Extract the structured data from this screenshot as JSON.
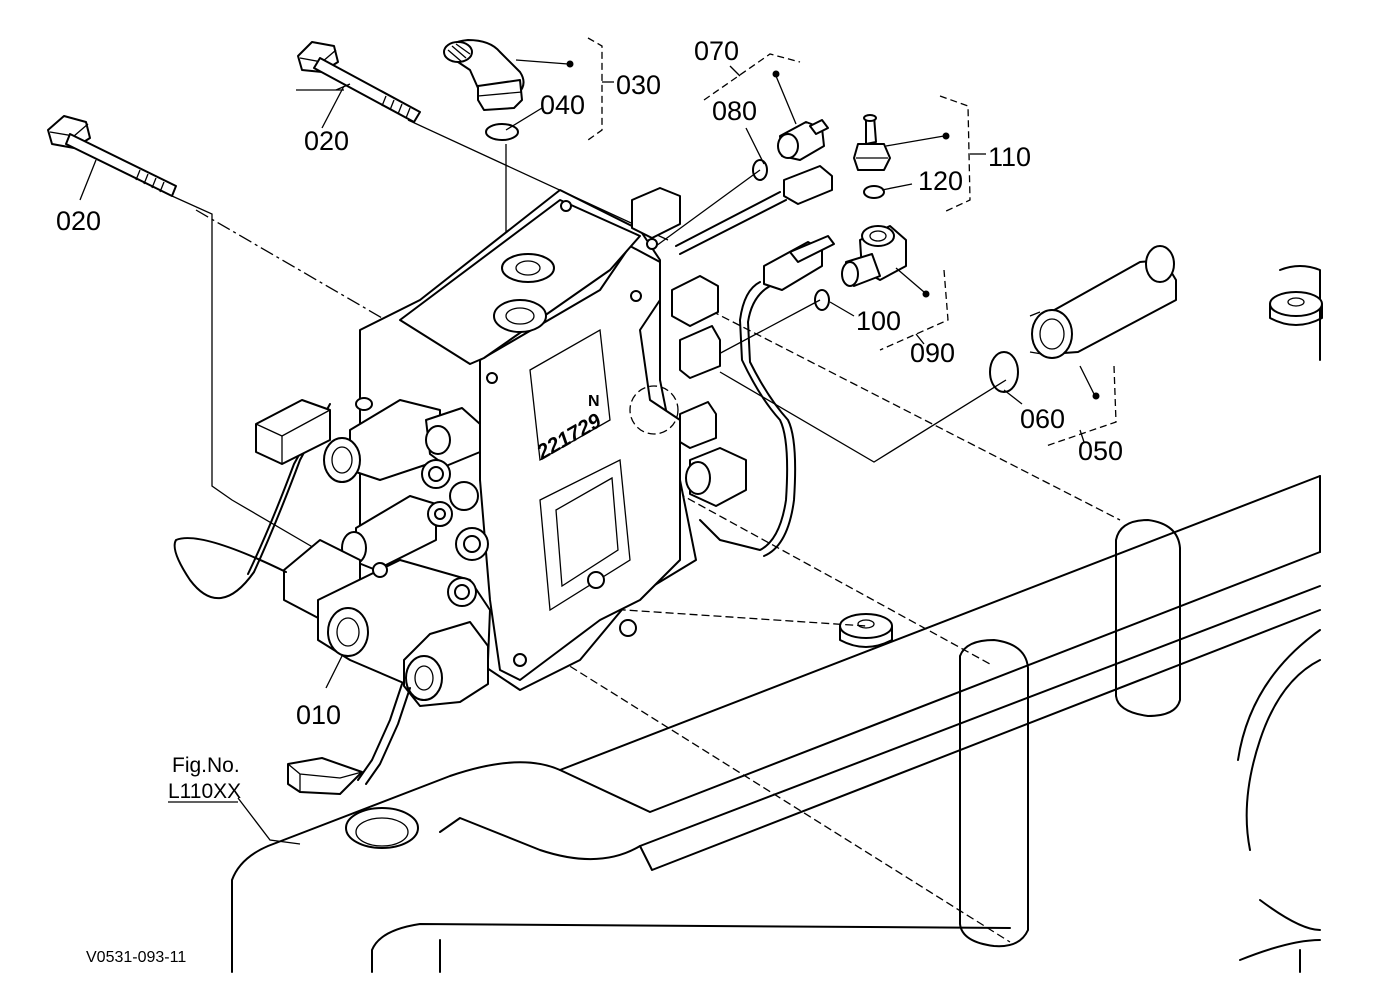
{
  "callouts": {
    "c010": "010",
    "c020a": "020",
    "c020b": "020",
    "c030": "030",
    "c040": "040",
    "c050": "050",
    "c060": "060",
    "c070": "070",
    "c080": "080",
    "c090": "090",
    "c100": "100",
    "c110": "110",
    "c120": "120"
  },
  "figure_ref": {
    "line1": "Fig.No.",
    "line2": "L110XX"
  },
  "valve_marking": {
    "stamp": "221729",
    "letter": "N"
  },
  "drawing_code": "V0531-093-11"
}
